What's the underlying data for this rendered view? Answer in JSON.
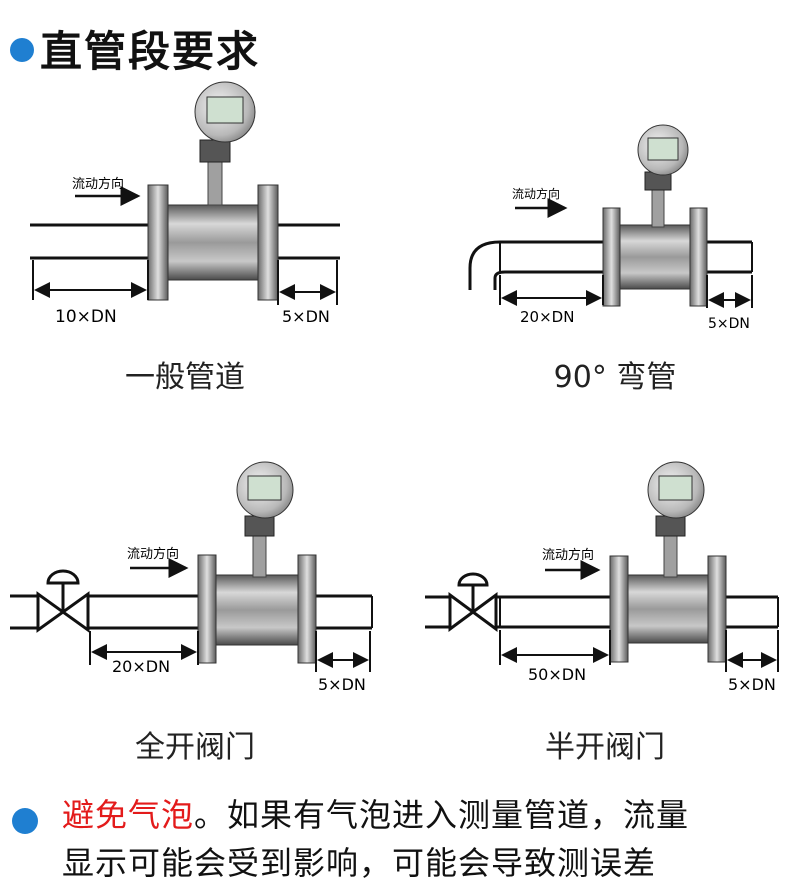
{
  "title": "直管段要求",
  "panels": [
    {
      "flow_label": "流动方向",
      "upstream_label": "10×DN",
      "downstream_label": "5×DN",
      "caption": "一般管道"
    },
    {
      "flow_label": "流动方向",
      "upstream_label": "20×DN",
      "downstream_label": "5×DN",
      "caption": "90° 弯管"
    },
    {
      "flow_label": "流动方向",
      "upstream_label": "20×DN",
      "downstream_label": "5×DN",
      "caption": "全开阀门"
    },
    {
      "flow_label": "流动方向",
      "upstream_label": "50×DN",
      "downstream_label": "5×DN",
      "caption": "半开阀门"
    }
  ],
  "note": {
    "highlight": "避免气泡",
    "line1_rest": "。如果有气泡进入测量管道，流量",
    "line2": "显示可能会受到影响，可能会导致测误差"
  },
  "colors": {
    "accent_dot": "#1f7fd1",
    "highlight": "#e31b1b"
  }
}
